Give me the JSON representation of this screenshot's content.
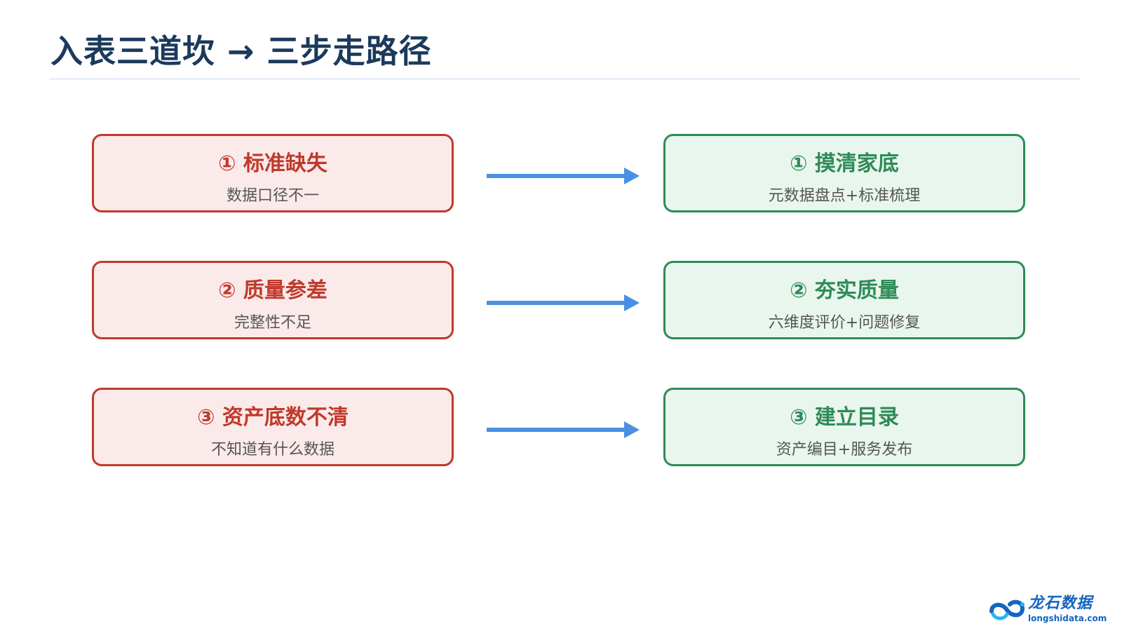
{
  "title": "入表三道坎 → 三步走路径",
  "rows": [
    {
      "problem": {
        "title": "① 标准缺失",
        "subtitle": "数据口径不一"
      },
      "solution": {
        "title": "① 摸清家底",
        "subtitle": "元数据盘点+标准梳理"
      }
    },
    {
      "problem": {
        "title": "② 质量参差",
        "subtitle": "完整性不足"
      },
      "solution": {
        "title": "② 夯实质量",
        "subtitle": "六维度评价+问题修复"
      }
    },
    {
      "problem": {
        "title": "③ 资产底数不清",
        "subtitle": "不知道有什么数据"
      },
      "solution": {
        "title": "③ 建立目录",
        "subtitle": "资产编目+服务发布"
      }
    }
  ],
  "logo": {
    "name": "龙石数据",
    "url": "longshidata.com"
  },
  "colors": {
    "title": "#1b3a5c",
    "problem_border": "#c0392b",
    "problem_fill": "#fbeaea",
    "solution_border": "#2e8b57",
    "solution_fill": "#e9f6ee",
    "arrow": "#4a90e2",
    "logo": "#1565c0"
  },
  "icons": {
    "arrow": "right-arrow-icon",
    "logo": "longshi-logo-icon"
  }
}
